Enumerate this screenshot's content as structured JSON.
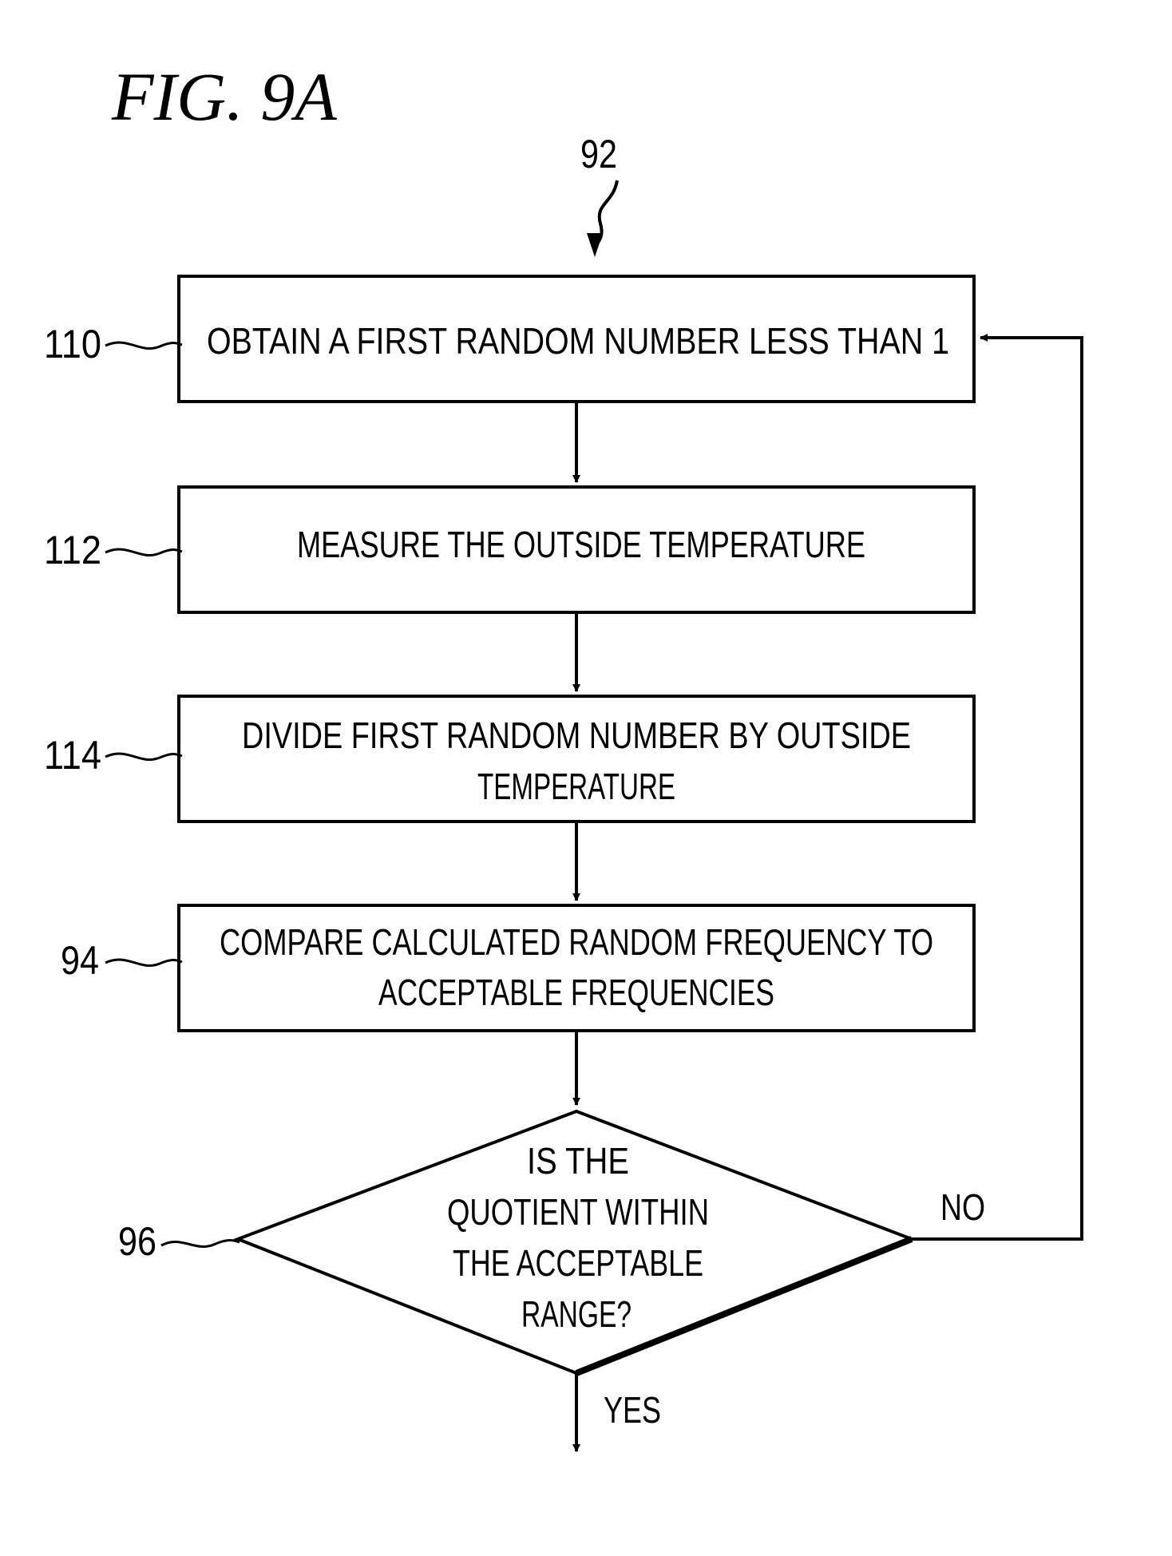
{
  "figure_title": "FIG. 9A",
  "entry_ref": "92",
  "steps": [
    {
      "ref": "110",
      "lines": [
        "OBTAIN A FIRST RANDOM NUMBER LESS THAN 1"
      ]
    },
    {
      "ref": "112",
      "lines": [
        "MEASURE THE OUTSIDE TEMPERATURE"
      ]
    },
    {
      "ref": "114",
      "lines": [
        "DIVIDE FIRST RANDOM NUMBER BY OUTSIDE",
        "TEMPERATURE"
      ]
    },
    {
      "ref": "94",
      "lines": [
        "COMPARE CALCULATED RANDOM FREQUENCY TO",
        "ACCEPTABLE FREQUENCIES"
      ]
    }
  ],
  "decision": {
    "ref": "96",
    "lines": [
      "IS THE",
      "QUOTIENT WITHIN",
      "THE ACCEPTABLE",
      "RANGE?"
    ],
    "no_label": "NO",
    "yes_label": "YES"
  }
}
